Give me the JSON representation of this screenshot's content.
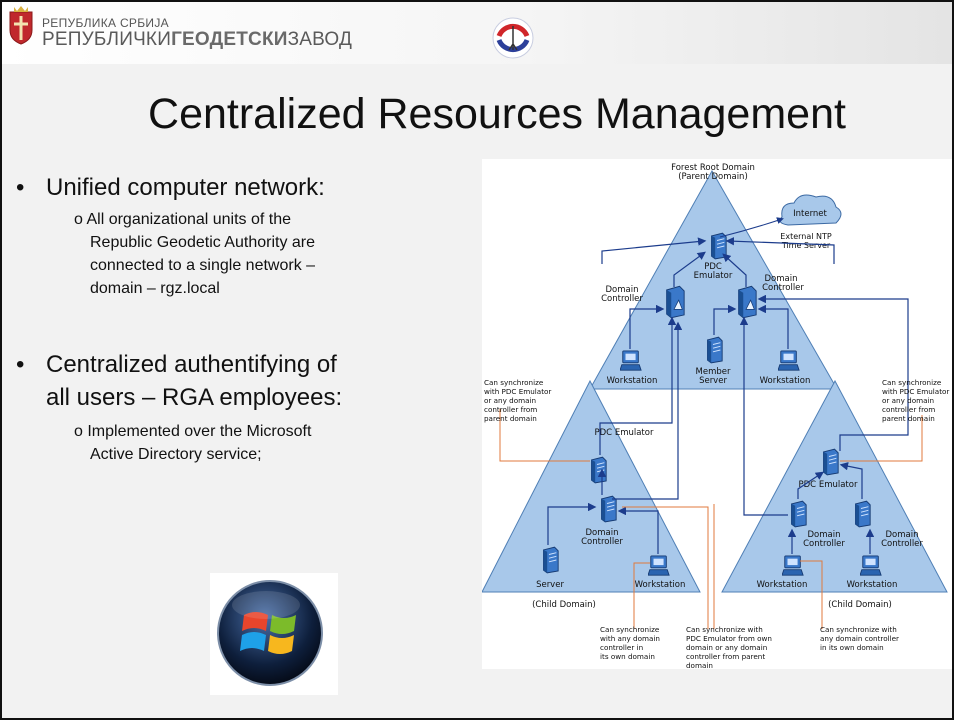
{
  "header": {
    "org_line1": "РЕПУБЛИКА СРБИЈА",
    "org_line2_a": "РЕПУБЛИЧКИ",
    "org_line2_b": "ГЕОДЕТСКИ",
    "org_line2_c": "ЗАВОД"
  },
  "slide": {
    "title": "Centralized Resources Management",
    "bullets": [
      {
        "text": "Unified computer network:",
        "sub_lines": [
          "o  All organizational units of the",
          "Republic Geodetic Authority are",
          "connected to a single network –",
          "domain – rgz.local"
        ]
      },
      {
        "text_line1": "Centralized authentifying of",
        "text_line2": "all users – RGA employees:",
        "sub_lines": [
          "o  Implemented  over the Microsoft",
          "Active Directory service;"
        ]
      }
    ]
  },
  "diagram": {
    "root_title": "Forest Root Domain",
    "root_sub": "(Parent Domain)",
    "internet": "Internet",
    "ntp1": "External NTP",
    "ntp2": "Time Server",
    "pdc_top1": "PDC",
    "pdc_top2": "Emulator",
    "dc": "Domain",
    "dc2": "Controller",
    "workstation": "Workstation",
    "member1": "Member",
    "member2": "Server",
    "pdc_emulator": "PDC Emulator",
    "server": "Server",
    "child_domain": "(Child Domain)",
    "note_left": [
      "Can synchronize",
      "with PDC Emulator",
      "or any domain",
      "controller from",
      "parent domain"
    ],
    "note_right": [
      "Can synchronize",
      "with PDC Emulator",
      "or any domain",
      "controller from",
      "parent domain"
    ],
    "note_b1": [
      "Can synchronize",
      "with any domain",
      "controller in",
      "its own domain"
    ],
    "note_b2": [
      "Can synchronize with",
      "PDC Emulator from own",
      "domain or any domain",
      "controller from parent",
      "domain"
    ],
    "note_b3": [
      "Can synchronize with",
      "any domain controller",
      "in its own domain"
    ]
  },
  "colors": {
    "triangle_fill": "#a8c8ea",
    "triangle_stroke": "#4f7fb5",
    "arrow": "#1c3c8c",
    "sync_line": "#e07a3c"
  },
  "icons": [
    "crest-icon",
    "geodetic-logo-icon",
    "windows-logo-icon",
    "cloud-icon",
    "server-icon",
    "workstation-icon"
  ]
}
